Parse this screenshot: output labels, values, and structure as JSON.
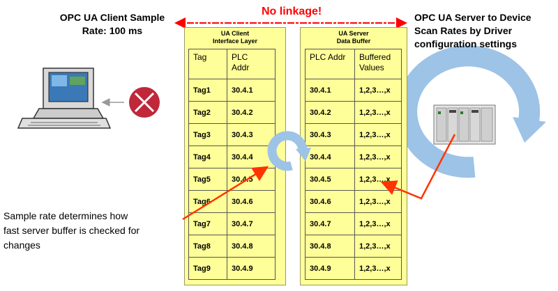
{
  "client_label": {
    "line1": "OPC UA Client Sample",
    "line2": "Rate: 100 ms"
  },
  "linkage_label": "No linkage!",
  "server_label": {
    "line1": "OPC UA Server to Device",
    "line2": "Scan Rates by Driver",
    "line3": "configuration settings"
  },
  "client_panel": {
    "title_line1": "UA Client",
    "title_line2": "Interface Layer",
    "col1_header": "Tag",
    "col2_header_line1": "PLC",
    "col2_header_line2": "Addr",
    "rows": [
      {
        "tag": "Tag1",
        "addr": "30.4.1"
      },
      {
        "tag": "Tag2",
        "addr": "30.4.2"
      },
      {
        "tag": "Tag3",
        "addr": "30.4.3"
      },
      {
        "tag": "Tag4",
        "addr": "30.4.4"
      },
      {
        "tag": "Tag5",
        "addr": "30.4.5"
      },
      {
        "tag": "Tag6",
        "addr": "30.4.6"
      },
      {
        "tag": "Tag7",
        "addr": "30.4.7"
      },
      {
        "tag": "Tag8",
        "addr": "30.4.8"
      },
      {
        "tag": "Tag9",
        "addr": "30.4.9"
      }
    ]
  },
  "server_panel": {
    "title_line1": "UA Server",
    "title_line2": "Data Buffer",
    "col1_header": "PLC Addr",
    "col2_header_line1": "Buffered",
    "col2_header_line2": "Values",
    "rows": [
      {
        "addr": "30.4.1",
        "values": "1,2,3…,x"
      },
      {
        "addr": "30.4.2",
        "values": "1,2,3…,x"
      },
      {
        "addr": "30.4.3",
        "values": "1,2,3…,x"
      },
      {
        "addr": "30.4.4",
        "values": "1,2,3…,x"
      },
      {
        "addr": "30.4.5",
        "values": "1,2,3…,x"
      },
      {
        "addr": "30.4.6",
        "values": "1,2,3…,x"
      },
      {
        "addr": "30.4.7",
        "values": "1,2,3…,x"
      },
      {
        "addr": "30.4.8",
        "values": "1,2,3…,x"
      },
      {
        "addr": "30.4.9",
        "values": "1,2,3…,x"
      }
    ]
  },
  "sample_note": {
    "line1": "Sample rate determines how",
    "line2": "fast server buffer is checked for",
    "line3": "changes"
  },
  "icons": [
    "computer-icon",
    "blocked-icon",
    "cycle-arrow-icon",
    "plc-rack-icon"
  ],
  "colors": {
    "panel_fill": "#ffff99",
    "cycle_blue": "#9dc3e6",
    "pointer_red": "#ff3300",
    "linkage_red": "#ff0000"
  }
}
